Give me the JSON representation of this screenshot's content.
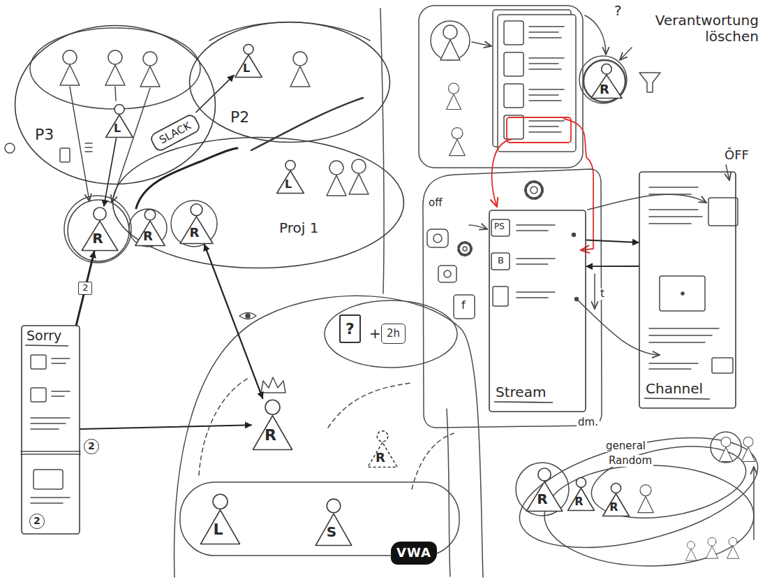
{
  "diagram": {
    "nodes": [
      {
        "text": [
          "P3"
        ]
      },
      {
        "text": [
          "L"
        ],
        "in": 0
      },
      {
        "text": [
          "P2"
        ]
      },
      {
        "text": [
          "L"
        ],
        "in": 2
      },
      {
        "text": [
          "SLACK"
        ]
      },
      {
        "text": [
          "Proj 1"
        ]
      },
      {
        "text": [
          "L"
        ],
        "in": 5
      },
      {
        "text": [
          "R"
        ]
      },
      {
        "text": [
          "R"
        ]
      },
      {
        "text": [
          "R"
        ]
      },
      {
        "text": [
          "Sorry"
        ]
      },
      {
        "text": [
          "R"
        ]
      },
      {
        "text": [
          "R"
        ]
      },
      {
        "text": [
          "L"
        ]
      },
      {
        "text": [
          "S"
        ]
      },
      {
        "text": [
          "R"
        ]
      },
      {
        "text": [
          "Stream"
        ]
      },
      {
        "text": [
          "Channel"
        ]
      },
      {
        "text": [
          "R"
        ]
      },
      {
        "text": [
          "R"
        ]
      },
      {
        "text": [
          "R"
        ]
      }
    ],
    "edges": [
      {
        "from": 1,
        "to": 7,
        "arrow": "to"
      },
      {
        "from": 4,
        "to": 3,
        "arrow": "to"
      },
      {
        "from": 10,
        "to": 7,
        "arrow": "to",
        "label": "2"
      },
      {
        "from": 10,
        "to": 11,
        "arrow": "to"
      },
      {
        "from": 9,
        "to": 11,
        "arrow": "both"
      },
      {
        "from": 16,
        "to": 17,
        "arrow": "to"
      },
      {
        "from": 17,
        "to": 16,
        "arrow": "to"
      }
    ],
    "labels": [
      "2",
      "2",
      "?",
      "+",
      "2h",
      "VWA",
      "Verantwortung löschen",
      "?",
      "ÔFF",
      "off",
      "PS",
      "B",
      "f",
      "t",
      "dm.",
      "general",
      "Random"
    ]
  }
}
